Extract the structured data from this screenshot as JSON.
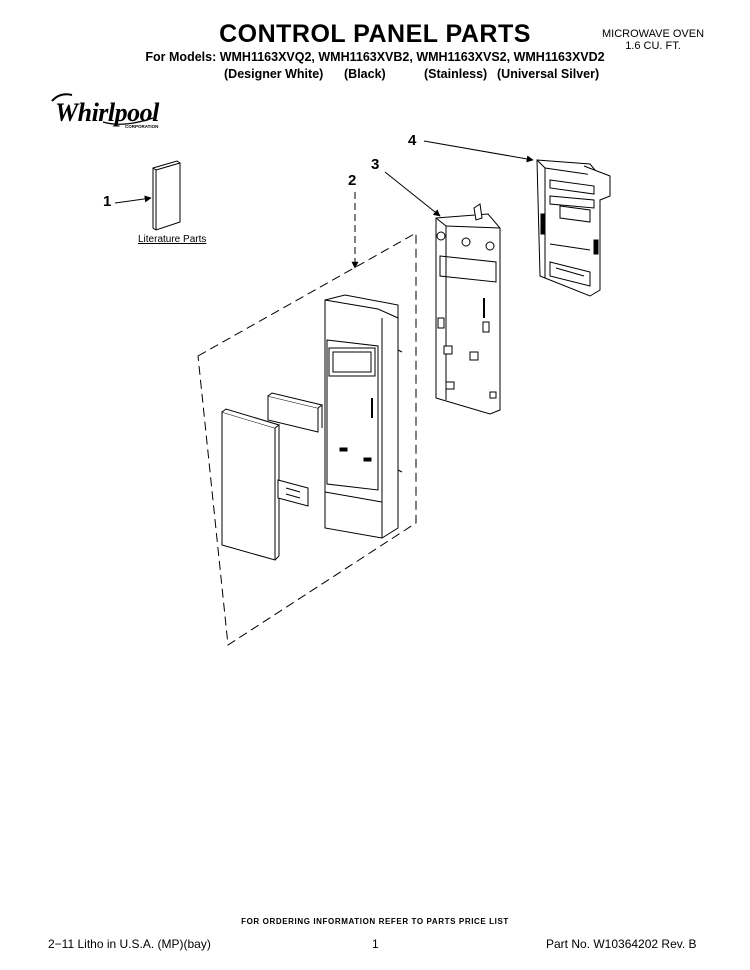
{
  "header": {
    "title": "CONTROL PANEL PARTS",
    "models_line": "For Models: WMH1163XVQ2, WMH1163XVB2, WMH1163XVS2, WMH1163XVD2",
    "variants": [
      "(Designer White)",
      "(Black)",
      "(Stainless)",
      "(Universal Silver)"
    ],
    "product_type": [
      "MICROWAVE OVEN",
      "1.6 CU. FT."
    ]
  },
  "brand": {
    "logo_text": "Whirlpool",
    "logo_subtext": "CORPORATION"
  },
  "diagram": {
    "callouts": [
      "1",
      "2",
      "3",
      "4"
    ],
    "literature_label": "Literature Parts"
  },
  "footer": {
    "ordering_note": "FOR ORDERING INFORMATION REFER TO PARTS PRICE LIST",
    "litho": "2−11 Litho in U.S.A. (MP)(bay)",
    "page_number": "1",
    "part_number": "Part No. W10364202 Rev. B"
  },
  "colors": {
    "ink": "#000000",
    "panel_fill": "#ffffff"
  }
}
